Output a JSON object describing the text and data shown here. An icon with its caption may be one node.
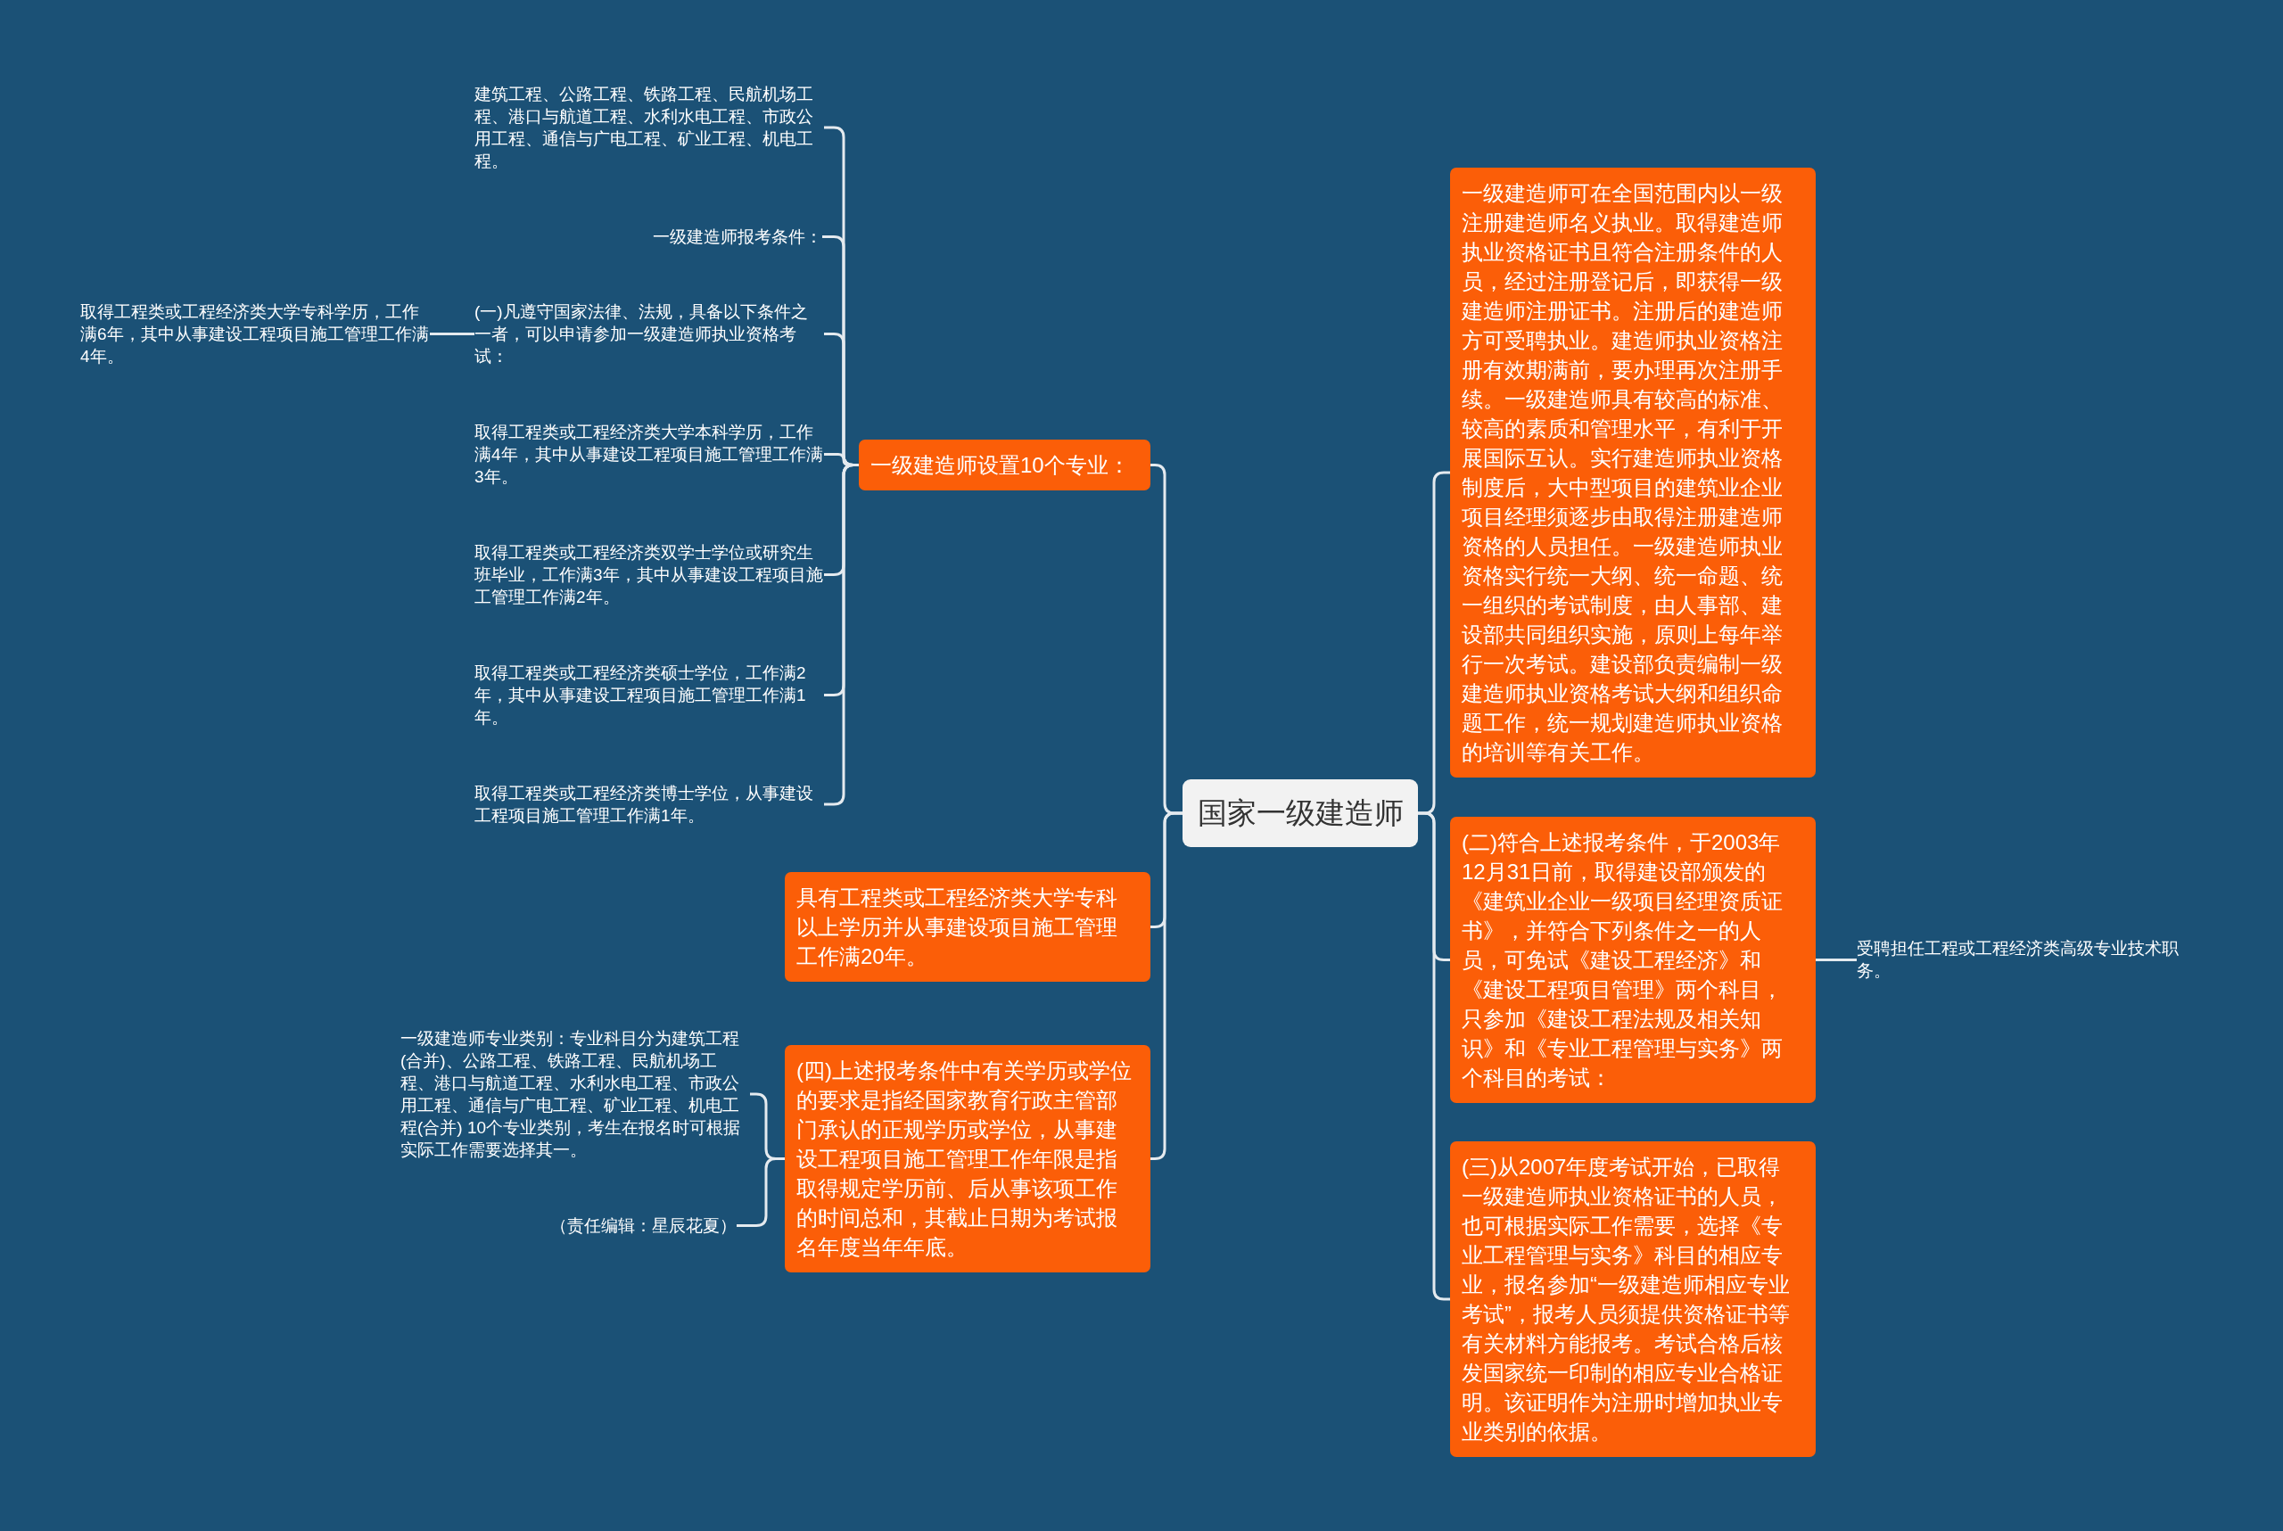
{
  "diagram": {
    "nodes": [
      {
        "text": [
          "国家一级建造师"
        ]
      },
      {
        "text": [
          "一级建造师设置10个专业："
        ]
      },
      {
        "text": [
          "建筑工程、公路工程、铁路工程、民航机场工程、港口与航道工程、水利水电工程、市政公用工程、通信与广电工程、矿业工程、机电工程。"
        ]
      },
      {
        "text": [
          "一级建造师报考条件："
        ]
      },
      {
        "text": [
          "(一)凡遵守国家法律、法规，具备以下条件之一者，可以申请参加一级建造师执业资格考试："
        ]
      },
      {
        "text": [
          "取得工程类或工程经济类大学专科学历，工作满6年，其中从事建设工程项目施工管理工作满4年。"
        ]
      },
      {
        "text": [
          "取得工程类或工程经济类大学本科学历，工作满4年，其中从事建设工程项目施工管理工作满3年。"
        ]
      },
      {
        "text": [
          "取得工程类或工程经济类双学士学位或研究生班毕业，工作满3年，其中从事建设工程项目施工管理工作满2年。"
        ]
      },
      {
        "text": [
          "取得工程类或工程经济类硕士学位，工作满2年，其中从事建设工程项目施工管理工作满1年。"
        ]
      },
      {
        "text": [
          "取得工程类或工程经济类博士学位，从事建设工程项目施工管理工作满1年。"
        ]
      },
      {
        "text": [
          "具有工程类或工程经济类大学专科以上学历并从事建设项目施工管理工作满20年。"
        ]
      },
      {
        "text": [
          "(四)上述报考条件中有关学历或学位的要求是指经国家教育行政主管部门承认的正规学历或学位，从事建设工程项目施工管理工作年限是指取得规定学历前、后从事该项工作的时间总和，其截止日期为考试报名年度当年年底。"
        ]
      },
      {
        "text": [
          "一级建造师专业类别：专业科目分为建筑工程(合并)、公路工程、铁路工程、民航机场工程、港口与航道工程、水利水电工程、市政公用工程、通信与广电工程、矿业工程、机电工程(合并) 10个专业类别，考生在报名时可根据实际工作需要选择其一。"
        ]
      },
      {
        "text": [
          "（责任编辑：星辰花夏）"
        ]
      },
      {
        "text": [
          "一级建造师可在全国范围内以一级注册建造师名义执业。取得建造师执业资格证书且符合注册条件的人员，经过注册登记后，即获得一级建造师注册证书。注册后的建造师方可受聘执业。建造师执业资格注册有效期满前，要办理再次注册手续。一级建造师具有较高的标准、较高的素质和管理水平，有利于开展国际互认。实行建造师执业资格制度后，大中型项目的建筑业企业项目经理须逐步由取得注册建造师资格的人员担任。一级建造师执业资格实行统一大纲、统一命题、统一组织的考试制度，由人事部、建设部共同组织实施，原则上每年举行一次考试。建设部负责编制一级建造师执业资格考试大纲和组织命题工作，统一规划建造师执业资格的培训等有关工作。"
        ]
      },
      {
        "text": [
          "(二)符合上述报考条件，于2003年12月31日前，取得建设部颁发的《建筑业企业一级项目经理资质证书》，并符合下列条件之一的人员，可免试《建设工程经济》和《建设工程项目管理》两个科目，只参加《建设工程法规及相关知识》和《专业工程管理与实务》两个科目的考试："
        ]
      },
      {
        "text": [
          "受聘担任工程或工程经济类高级专业技术职务。"
        ]
      },
      {
        "text": [
          "(三)从2007年度考试开始，已取得一级建造师执业资格证书的人员，也可根据实际工作需要，选择《专业工程管理与实务》科目的相应专业，报名参加“一级建造师相应专业考试”，报考人员须提供资格证书等有关材料方能报考。考试合格后核发国家统一印制的相应专业合格证明。该证明作为注册时增加执业专业类别的依据。"
        ]
      }
    ],
    "edges": [
      {
        "from": 0,
        "to": 1,
        "arrow": "none"
      },
      {
        "from": 1,
        "to": 2,
        "arrow": "none"
      },
      {
        "from": 1,
        "to": 3,
        "arrow": "none"
      },
      {
        "from": 1,
        "to": 4,
        "arrow": "none"
      },
      {
        "from": 4,
        "to": 5,
        "arrow": "none"
      },
      {
        "from": 1,
        "to": 6,
        "arrow": "none"
      },
      {
        "from": 1,
        "to": 7,
        "arrow": "none"
      },
      {
        "from": 1,
        "to": 8,
        "arrow": "none"
      },
      {
        "from": 1,
        "to": 9,
        "arrow": "none"
      },
      {
        "from": 0,
        "to": 10,
        "arrow": "none"
      },
      {
        "from": 0,
        "to": 11,
        "arrow": "none"
      },
      {
        "from": 11,
        "to": 12,
        "arrow": "none"
      },
      {
        "from": 11,
        "to": 13,
        "arrow": "none"
      },
      {
        "from": 0,
        "to": 14,
        "arrow": "none"
      },
      {
        "from": 0,
        "to": 15,
        "arrow": "none"
      },
      {
        "from": 15,
        "to": 16,
        "arrow": "none"
      },
      {
        "from": 0,
        "to": 17,
        "arrow": "none"
      }
    ]
  }
}
